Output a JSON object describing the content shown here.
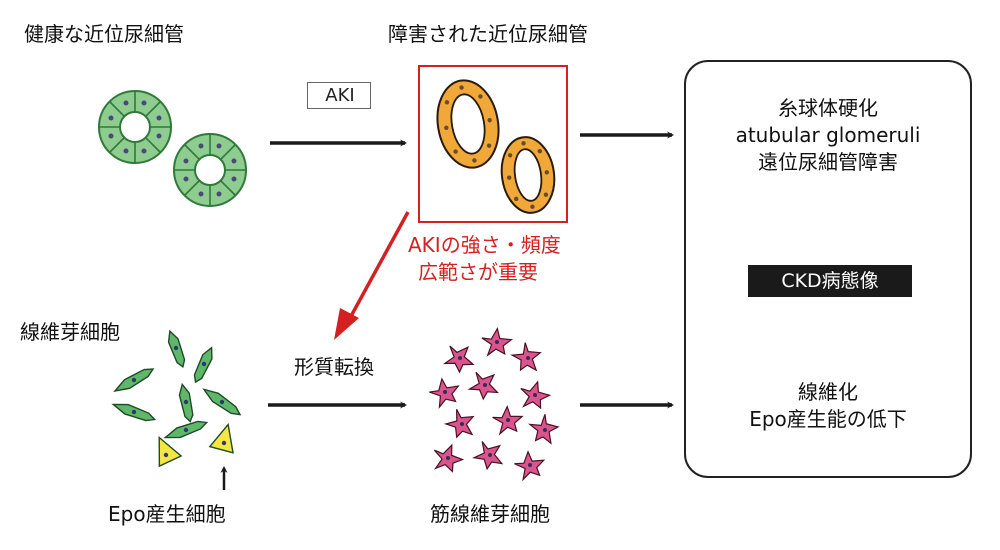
{
  "labels": {
    "healthy_tubule": "健康な近位尿細管",
    "injured_tubule": "障害された近位尿細管",
    "aki": "AKI",
    "aki_severity_line1": "AKIの強さ・頻度",
    "aki_severity_line2": "広範さが重要",
    "fibroblast": "線維芽細胞",
    "phenotype_transition": "形質転換",
    "epo_producing_cell": "Epo産生細胞",
    "myofibroblast": "筋線維芽細胞"
  },
  "outcome_box": {
    "line1": "糸球体硬化",
    "line2": "atubular glomeruli",
    "line3": "遠位尿細管障害",
    "ckd": "CKD病態像",
    "line4": "線維化",
    "line5": "Epo産生能の低下"
  },
  "colors": {
    "healthy_cell_fill": "#8fcc8f",
    "healthy_cell_stroke": "#2f7a3a",
    "injured_cell_fill": "#f0a838",
    "fibroblast_fill": "#5fb86a",
    "epo_cell_fill": "#f5e642",
    "myofibroblast_fill": "#d9558c",
    "accent_red": "#d42020",
    "arrow": "#1a1a1a"
  },
  "icons": {
    "healthy_tubules": "tubule-cross-section-icon",
    "injured_tubules": "injured-tubule-icon",
    "fibroblasts": "fibroblast-cells-icon",
    "myofibroblasts": "myofibroblast-cells-icon"
  }
}
